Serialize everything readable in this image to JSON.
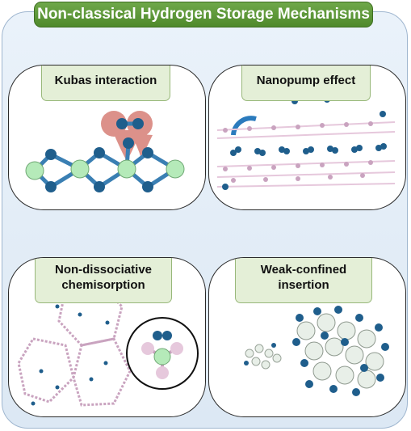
{
  "title": "Non-classical Hydrogen Storage Mechanisms",
  "panels": [
    {
      "label_line1": "Kubas interaction",
      "label_line2": ""
    },
    {
      "label_line1": "Nanopump effect",
      "label_line2": ""
    },
    {
      "label_line1": "Non-dissociative",
      "label_line2": "chemisorption"
    },
    {
      "label_line1": "Weak-confined",
      "label_line2": "insertion"
    }
  ],
  "colors": {
    "banner": "#5a9636",
    "label_fill": "#e4efd7",
    "hydrogen": "#1f5e8c",
    "metal": "#b5eab9",
    "frame": "#e6c8dc",
    "orbital": "#c0392b",
    "cluster": "#e8efe8"
  }
}
